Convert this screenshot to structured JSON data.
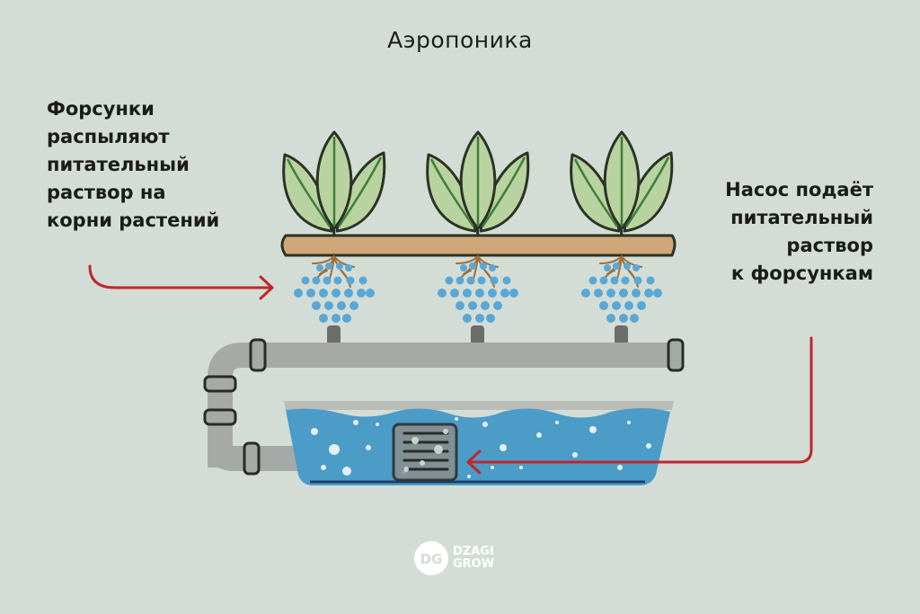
{
  "title": "Аэропоника",
  "callout_left": "Форсунки\nраспыляют\nпитательный\nраствор на\nкорни растений",
  "callout_right": "Насос подаёт\nпитательный\nраствор\nк форсункам",
  "logo": {
    "mark": "DG",
    "text": "DZAGI\nGROW"
  },
  "colors": {
    "background": "#d3ddd5",
    "leaf": "#b9d3a0",
    "leaf_outline": "#2a3325",
    "vein": "#3f7e3d",
    "board": "#d0a778",
    "roots": "#a06e3a",
    "mist": "#5aa7d6",
    "pipe": "#a6aaa6",
    "water": "#4c9cc8",
    "arrow": "#c0262d"
  }
}
